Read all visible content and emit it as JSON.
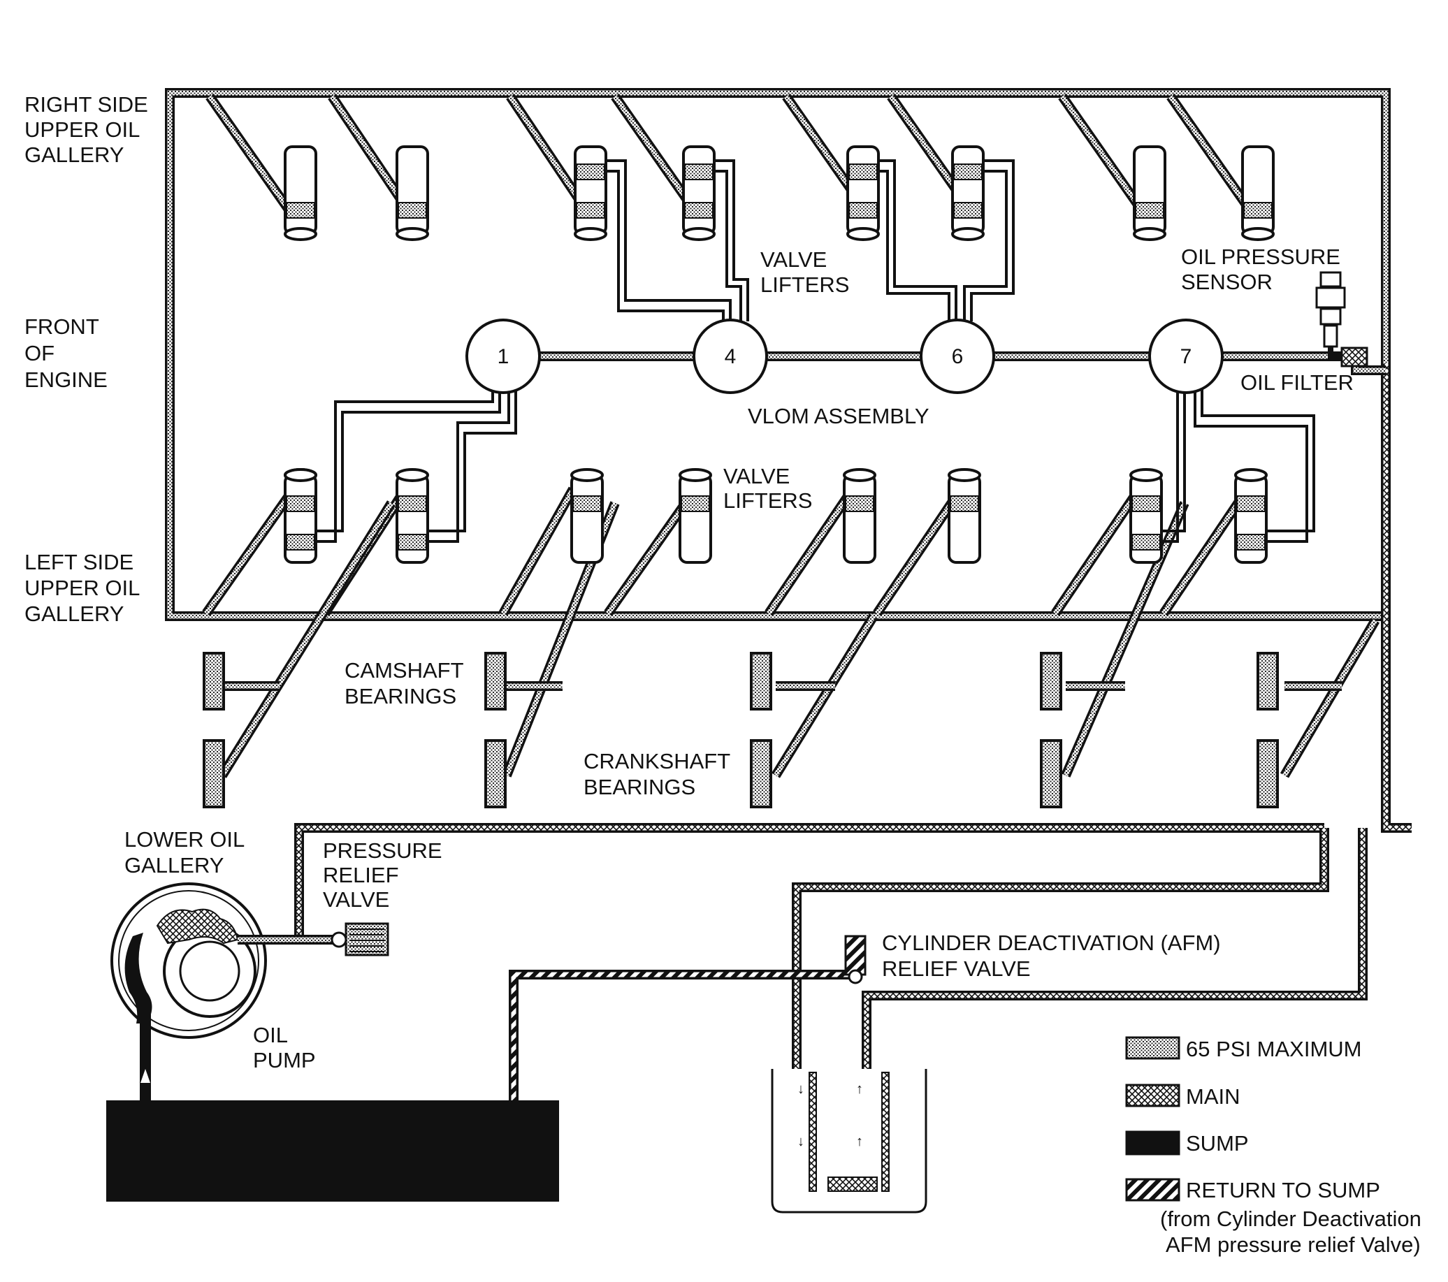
{
  "labels": {
    "right_gallery": [
      "RIGHT SIDE",
      "UPPER OIL",
      "GALLERY"
    ],
    "front": [
      "FRONT",
      "OF",
      "ENGINE"
    ],
    "left_gallery": [
      "LEFT SIDE",
      "UPPER OIL",
      "GALLERY"
    ],
    "valve_lifters_upper": [
      "VALVE",
      "LIFTERS"
    ],
    "valve_lifters_lower": [
      "VALVE",
      "LIFTERS"
    ],
    "oil_pressure_sensor": [
      "OIL PRESSURE",
      "SENSOR"
    ],
    "oil_filter": "OIL FILTER",
    "vlom_assembly": "VLOM ASSEMBLY",
    "camshaft_bearings": [
      "CAMSHAFT",
      "BEARINGS"
    ],
    "crankshaft_bearings": [
      "CRANKSHAFT",
      "BEARINGS"
    ],
    "lower_oil_gallery": [
      "LOWER OIL",
      "GALLERY"
    ],
    "pressure_relief_valve": [
      "PRESSURE",
      "RELIEF",
      "VALVE"
    ],
    "afm_relief_valve": [
      "CYLINDER DEACTIVATION (AFM)",
      "RELIEF VALVE"
    ],
    "oil_pump": [
      "OIL",
      "PUMP"
    ]
  },
  "vlom_solenoids": [
    "1",
    "4",
    "6",
    "7"
  ],
  "legend": {
    "items": [
      {
        "label": "65 PSI MAXIMUM",
        "pattern": "dots"
      },
      {
        "label": "MAIN",
        "pattern": "crosshatch"
      },
      {
        "label": "SUMP",
        "pattern": "solid"
      },
      {
        "label": "RETURN TO SUMP",
        "pattern": "stripes"
      }
    ],
    "note": [
      "(from Cylinder Deactivation",
      "AFM pressure relief Valve)"
    ]
  },
  "colors": {
    "ink": "#111111",
    "background": "#ffffff"
  }
}
